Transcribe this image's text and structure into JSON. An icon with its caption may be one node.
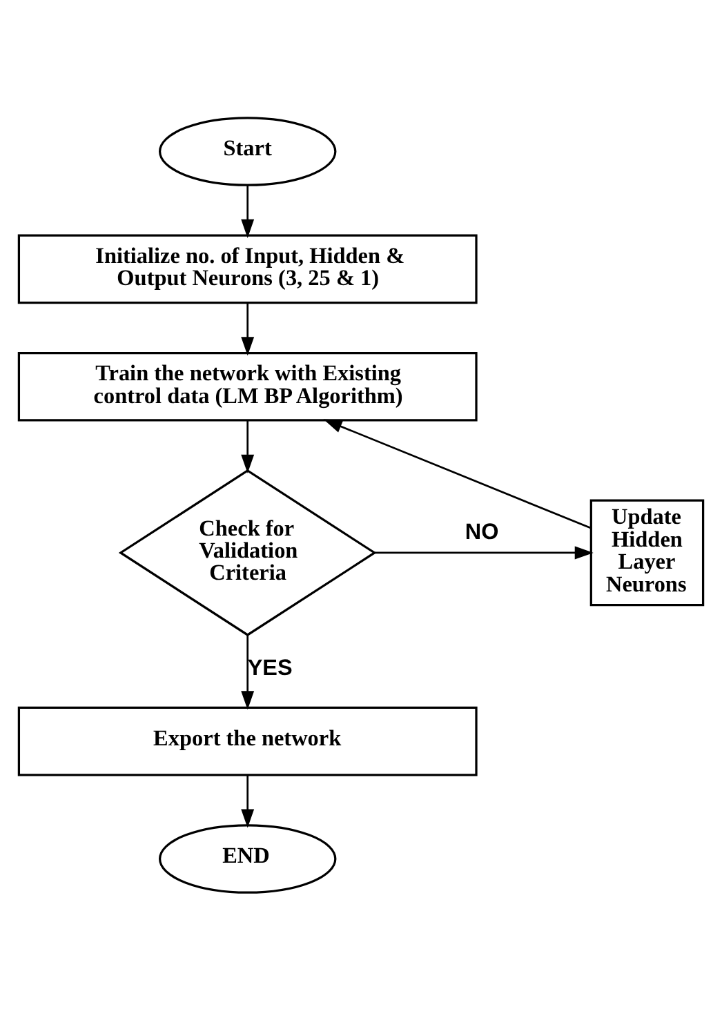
{
  "diagram": {
    "nodes": [
      {
        "text": [
          "Start"
        ]
      },
      {
        "text": [
          "Initialize no. of Input, Hidden & Output Neurons (3, 25 & 1)"
        ]
      },
      {
        "text": [
          "Train the network with Existing control data (LM BP Algorithm)"
        ]
      },
      {
        "text": [
          "Check for Validation Criteria"
        ]
      },
      {
        "text": [
          "Update Hidden Layer Neurons"
        ]
      },
      {
        "text": [
          "Export the network"
        ]
      },
      {
        "text": [
          "END"
        ]
      }
    ],
    "edges": [
      {
        "from": 0,
        "to": 1,
        "arrow": "to"
      },
      {
        "from": 1,
        "to": 2,
        "arrow": "to"
      },
      {
        "from": 2,
        "to": 3,
        "arrow": "to"
      },
      {
        "from": 3,
        "to": 4,
        "arrow": "to",
        "label": "NO"
      },
      {
        "from": 4,
        "to": 2,
        "arrow": "to"
      },
      {
        "from": 3,
        "to": 5,
        "arrow": "to",
        "label": "YES"
      },
      {
        "from": 5,
        "to": 6,
        "arrow": "to"
      }
    ]
  }
}
